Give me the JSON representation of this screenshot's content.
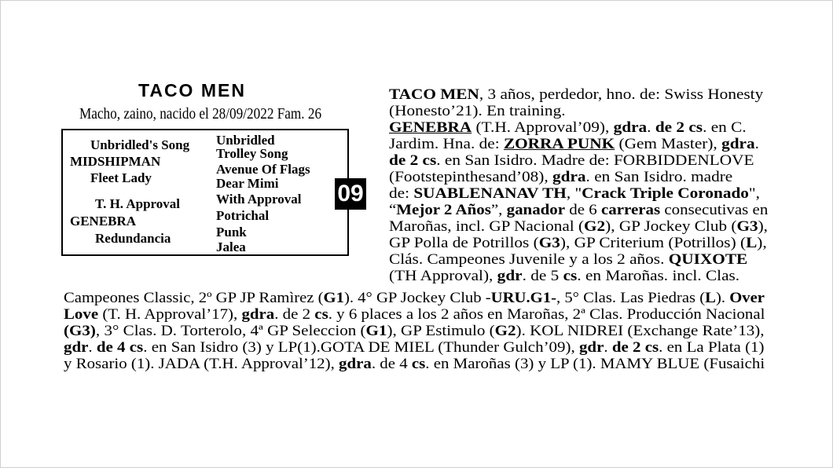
{
  "horse": {
    "name": "TACO MEN",
    "birth": "Macho, zaino, nacido el 28/09/2022 Fam. 26",
    "number": "09"
  },
  "pedigree": {
    "sire": "MIDSHIPMAN",
    "sire_sire": "Unbridled's Song",
    "sire_dam": "Fleet Lady",
    "sire_sire_sire": "Unbridled",
    "sire_sire_dam": "Trolley Song",
    "sire_dam_sire": "Avenue Of Flags",
    "sire_dam_dam": "Dear Mimi",
    "dam": "GENEBRA",
    "dam_sire": "T. H. Approval",
    "dam_dam": "Redundancia",
    "dam_sire_sire": "With Approval",
    "dam_sire_dam": "Potrichal",
    "dam_dam_sire": "Punk",
    "dam_dam_dam": "Jalea"
  },
  "text": {
    "l1": [
      {
        "t": "TACO MEN",
        "b": true
      },
      {
        "t": ", 3 años, perdedor, hno. de: Swiss Honesty"
      }
    ],
    "l2": [
      {
        "t": "(Honesto’21). En training."
      }
    ],
    "l3": [
      {
        "t": "GENEBRA",
        "b": true,
        "u": true
      },
      {
        "t": " (T.H. Approval’09), "
      },
      {
        "t": "gdra",
        "b": true
      },
      {
        "t": ". "
      },
      {
        "t": "de 2 cs",
        "b": true
      },
      {
        "t": ". en C."
      }
    ],
    "l4": [
      {
        "t": "Jardim.  Hna. de: "
      },
      {
        "t": "ZORRA PUNK",
        "b": true,
        "u": true
      },
      {
        "t": " (Gem Master), "
      },
      {
        "t": "gdra",
        "b": true
      },
      {
        "t": "."
      }
    ],
    "l5": [
      {
        "t": "de 2 cs",
        "b": true
      },
      {
        "t": ". en San Isidro.  Madre de: FORBIDDENLOVE"
      }
    ],
    "l6": [
      {
        "t": "(Footstepinthesand’08), "
      },
      {
        "t": "gdra",
        "b": true
      },
      {
        "t": ".  en  San Isidro.  madre"
      }
    ],
    "l7": [
      {
        "t": "de: "
      },
      {
        "t": "SUABLENANAV TH",
        "b": true
      },
      {
        "t": ",  \""
      },
      {
        "t": "Crack Triple Coronado",
        "b": true
      },
      {
        "t": "\","
      }
    ],
    "l8": [
      {
        "t": "“"
      },
      {
        "t": "Mejor 2 Años",
        "b": true
      },
      {
        "t": "”,  "
      },
      {
        "t": "ganador",
        "b": true
      },
      {
        "t": " de 6 "
      },
      {
        "t": "carreras",
        "b": true
      },
      {
        "t": " consecutivas en"
      }
    ],
    "l9": [
      {
        "t": "Maroñas, incl. GP Nacional ("
      },
      {
        "t": "G2",
        "b": true
      },
      {
        "t": "), GP Jockey Club ("
      },
      {
        "t": "G3",
        "b": true
      },
      {
        "t": "),"
      }
    ],
    "l10": [
      {
        "t": "GP Polla de Potrillos ("
      },
      {
        "t": "G3",
        "b": true
      },
      {
        "t": "), GP Criterium (Potrillos) ("
      },
      {
        "t": "L",
        "b": true
      },
      {
        "t": "),"
      }
    ],
    "l11": [
      {
        "t": "Clás. Campeones  Juvenile y a los 2 años. "
      },
      {
        "t": "QUIXOTE",
        "b": true
      }
    ],
    "l12": [
      {
        "t": "(TH Approval),  "
      },
      {
        "t": "gdr",
        "b": true
      },
      {
        "t": ". de 5  "
      },
      {
        "t": "cs",
        "b": true
      },
      {
        "t": ". en Maroñas. incl. Clas."
      }
    ],
    "f1": [
      {
        "t": "Campeones Classic, 2º GP JP Ramìrez ("
      },
      {
        "t": "G1",
        "b": true
      },
      {
        "t": "). 4° GP Jockey Club -"
      },
      {
        "t": "URU.G1-",
        "b": true
      },
      {
        "t": ", 5° Clas. Las Piedras ("
      },
      {
        "t": "L",
        "b": true
      },
      {
        "t": ").  "
      },
      {
        "t": "Over",
        "b": true
      }
    ],
    "f2": [
      {
        "t": "Love",
        "b": true
      },
      {
        "t": " (T. H. Approval’17), "
      },
      {
        "t": "gdra",
        "b": true
      },
      {
        "t": ".  de 2  "
      },
      {
        "t": "cs",
        "b": true
      },
      {
        "t": ".  y 6 places a los 2 años en Maroñas, 2ª Clas. Producción Nacional"
      }
    ],
    "f3": [
      {
        "t": "(G3)",
        "b": true
      },
      {
        "t": ",  3° Clas. D. Torterolo, 4ª GP  Seleccion ("
      },
      {
        "t": "G1",
        "b": true
      },
      {
        "t": "),  GP Estimulo ("
      },
      {
        "t": "G2",
        "b": true
      },
      {
        "t": "). KOL NIDREI (Exchange Rate’13),"
      }
    ],
    "f4": [
      {
        "t": "gdr",
        "b": true
      },
      {
        "t": ".  "
      },
      {
        "t": "de 4 cs",
        "b": true
      },
      {
        "t": ".  en San Isidro (3) y LP(1).GOTA DE MIEL (Thunder Gulch’09), "
      },
      {
        "t": "gdr",
        "b": true
      },
      {
        "t": ".  "
      },
      {
        "t": "de 2 cs",
        "b": true
      },
      {
        "t": ".  en La Plata (1)"
      }
    ],
    "f5": [
      {
        "t": "y Rosario (1). JADA (T.H. Approval’12), "
      },
      {
        "t": "gdra",
        "b": true
      },
      {
        "t": ".  de  4 "
      },
      {
        "t": "cs",
        "b": true
      },
      {
        "t": ". en Maroñas (3) y LP (1). MAMY BLUE (Fusaichi"
      }
    ]
  }
}
